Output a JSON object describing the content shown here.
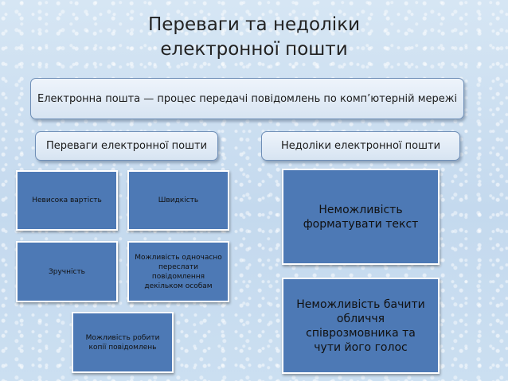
{
  "slide": {
    "title_line1": "Переваги та недоліки",
    "title_line2": "електронної пошти",
    "definition": "Електронна пошта — процес передачі повідомлень по комп’ютерній мережі",
    "advantages_header": "Переваги електронної пошти",
    "disadvantages_header": "Недоліки електронної пошти",
    "advantages": [
      "Невисока вартість",
      "Швидкість",
      "Зручність",
      "Можливість одночасно переслати повідомлення декільком особам",
      "Можливість робити копії повідомлень"
    ],
    "disadvantages": [
      "Неможливість форматувати текст",
      "Неможливість бачити обличчя співрозмовника та чути його голос"
    ]
  },
  "colors": {
    "box_fill": "#4d79b5",
    "pill_border": "#6f8fb7",
    "background": "#cfe1f1"
  }
}
